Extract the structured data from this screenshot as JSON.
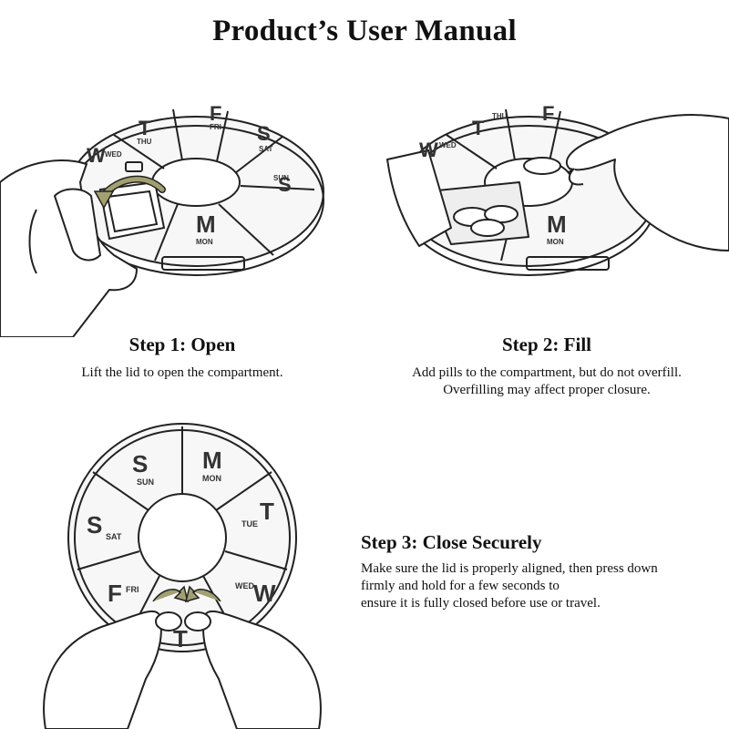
{
  "title": "Product’s User Manual",
  "steps": [
    {
      "title": "Step 1: Open",
      "description": [
        "Lift the lid to open the compartment."
      ]
    },
    {
      "title": "Step 2: Fill",
      "description": [
        "Add pills to the compartment, but do not overfill.",
        "Overfilling may affect proper closure."
      ]
    },
    {
      "title": "Step 3: Close Securely",
      "description": [
        "Make sure the lid is properly aligned, then press down",
        "firmly and hold for a few seconds to",
        "ensure it is fully closed before use or travel."
      ]
    }
  ],
  "day_letters": [
    "M",
    "T",
    "W",
    "T",
    "F",
    "S",
    "S"
  ],
  "day_names": [
    "MON",
    "TUE",
    "WED",
    "THU",
    "FRI",
    "SAT",
    "SUN"
  ],
  "colors": {
    "ink": "#222222",
    "lid": "#f4f4f4",
    "arrow": "#a2a070"
  }
}
